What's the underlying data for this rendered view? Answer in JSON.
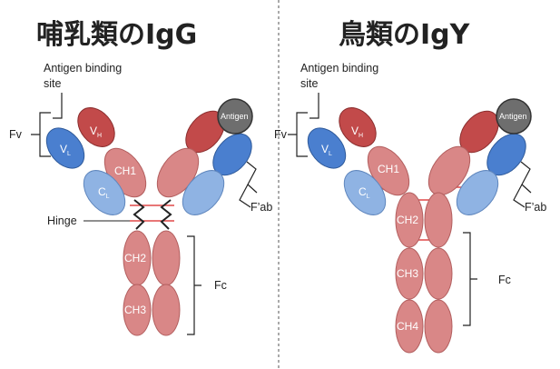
{
  "mammal": {
    "title": "哺乳類のIgG",
    "antigen_binding_site": [
      "Antigen binding",
      "site"
    ],
    "fv": "Fv",
    "fab": "F’ab",
    "hinge": "Hinge",
    "fc": "Fc",
    "antigen": "Antigen",
    "domains": {
      "vh": "V",
      "vh_sub": "H",
      "vl": "V",
      "vl_sub": "L",
      "cl": "C",
      "cl_sub": "L",
      "ch1": "CH1",
      "ch2": "CH2",
      "ch3": "CH3"
    }
  },
  "bird": {
    "title": "鳥類のIgY",
    "antigen_binding_site": [
      "Antigen binding",
      "site"
    ],
    "fv": "Fv",
    "fab": "F’ab",
    "fc": "Fc",
    "antigen": "Antigen",
    "domains": {
      "vh": "V",
      "vh_sub": "H",
      "vl": "V",
      "vl_sub": "L",
      "cl": "C",
      "cl_sub": "L",
      "ch1": "CH1",
      "ch2": "CH2",
      "ch3": "CH3",
      "ch4": "CH4"
    }
  },
  "colors": {
    "heavy_variable": "#c24a4a",
    "heavy_constant": "#d98787",
    "light_variable": "#4a7fcf",
    "light_constant": "#8fb3e3",
    "antigen": "#6e6e6e",
    "hinge": "#e04848"
  }
}
